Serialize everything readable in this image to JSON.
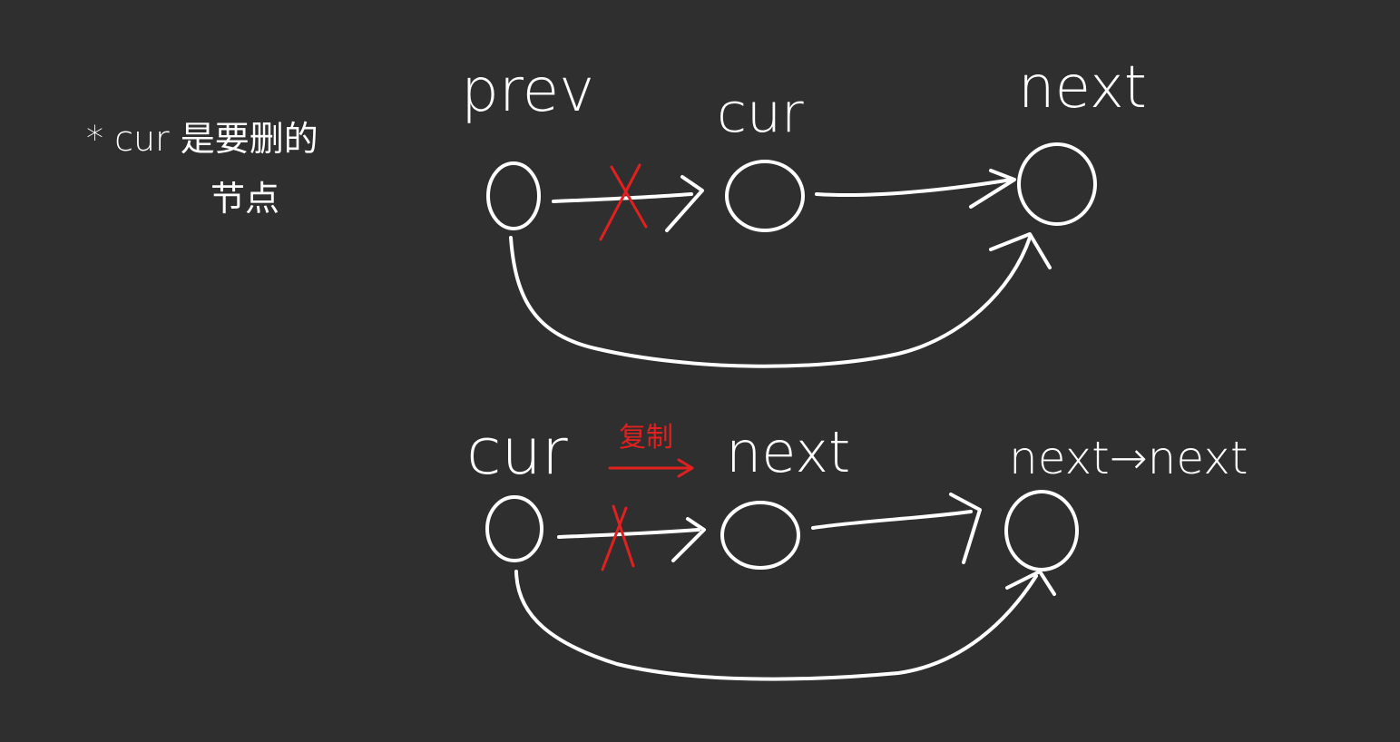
{
  "note": {
    "line1": "* cur 是要删的",
    "line2": "节点"
  },
  "diagram_top": {
    "labels": {
      "prev": "prev",
      "cur": "cur",
      "next": "next"
    }
  },
  "diagram_bottom": {
    "labels": {
      "cur": "cur",
      "copy": "复制",
      "next": "next",
      "next_next": "next→next"
    }
  },
  "colors": {
    "background": "#2f2f2f",
    "ink": "#ffffff",
    "highlight": "#e1201f"
  }
}
